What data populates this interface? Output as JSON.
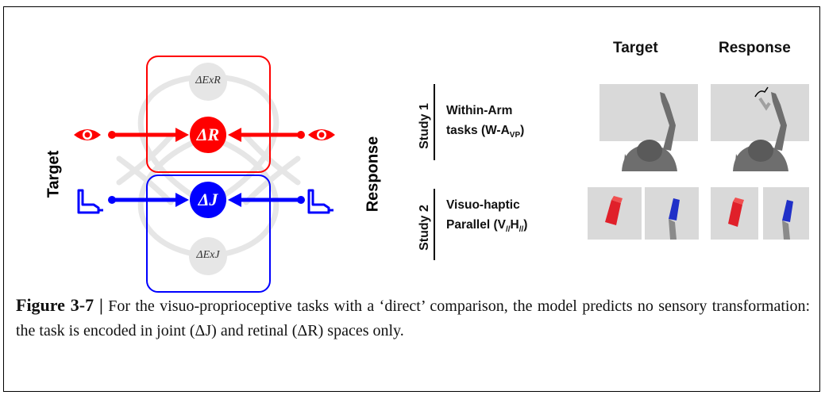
{
  "diagram": {
    "left_label": "Target",
    "right_label": "Response",
    "top_box": {
      "upper_node": "ΔExR",
      "main_node": "ΔR"
    },
    "bottom_box": {
      "main_node": "ΔJ",
      "lower_node": "ΔExJ"
    },
    "colors": {
      "retinal": "#ff0000",
      "joint": "#0000ff",
      "faded": "#e6e6e6"
    },
    "icons": [
      "eye-icon",
      "arm-icon"
    ]
  },
  "table": {
    "col_target": "Target",
    "col_response": "Response",
    "study1": {
      "label": "Study 1",
      "task_line1": "Within-Arm",
      "task_line2_main": "tasks (W-A",
      "task_line2_sub": "VP",
      "task_line2_end": ")"
    },
    "study2": {
      "label": "Study 2",
      "task_line1": "Visuo-haptic",
      "task_line2_main": "Parallel (V",
      "task_line2_sub1": "//",
      "task_line2_mid": "H",
      "task_line2_sub2": "//",
      "task_line2_end": ")"
    }
  },
  "caption": {
    "label": "Figure 3-7 |",
    "text": "For the visuo-proprioceptive tasks with a ‘direct’ comparison, the model predicts no sensory transformation: the task is encoded in joint (ΔJ) and retinal (ΔR) spaces only."
  }
}
